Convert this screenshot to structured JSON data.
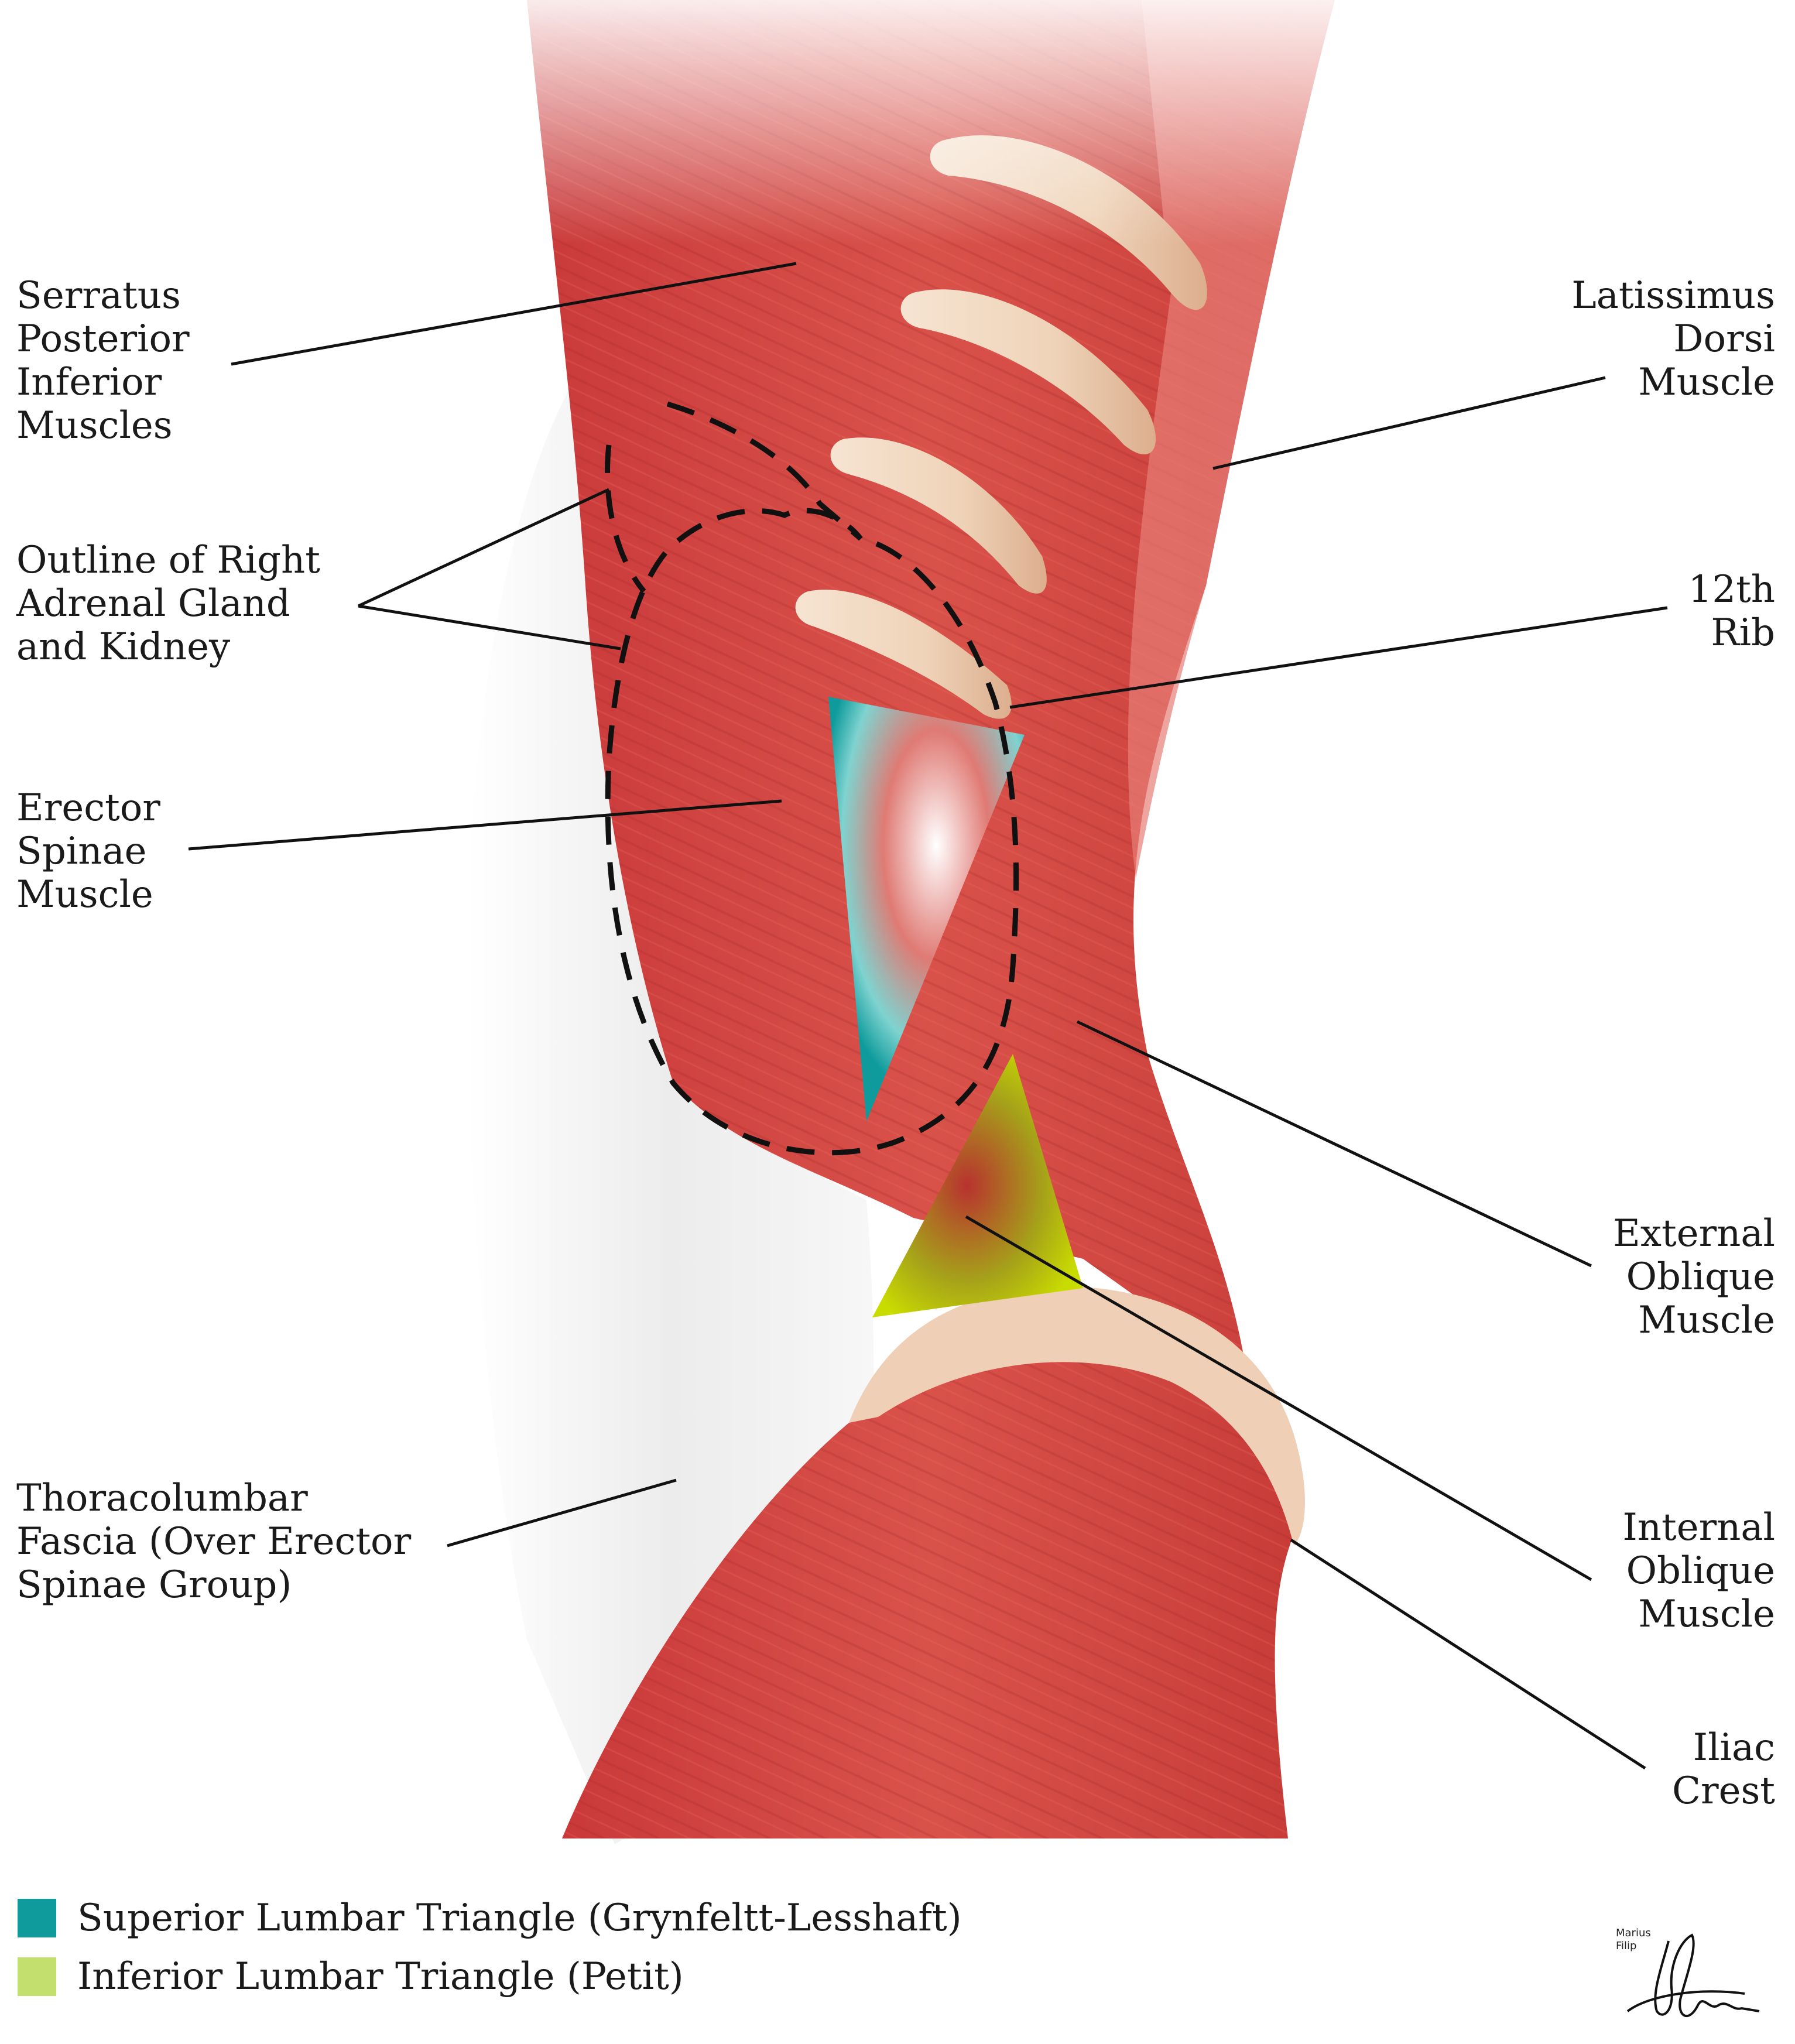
{
  "labels": {
    "serratus": [
      "Serratus",
      "Posterior",
      "Inferior",
      "Muscles"
    ],
    "outline": [
      "Outline of Right",
      "Adrenal Gland",
      "and Kidney"
    ],
    "erector": [
      "Erector",
      "Spinae",
      "Muscle"
    ],
    "thoracolumbar": [
      "Thoracolumbar",
      "Fascia (Over Erector",
      "Spinae Group)"
    ],
    "latissimus": [
      "Latissimus",
      "Dorsi",
      "Muscle"
    ],
    "rib": [
      "12th",
      "Rib"
    ],
    "external_oblique": [
      "External",
      "Oblique",
      "Muscle"
    ],
    "internal_oblique": [
      "Internal",
      "Oblique",
      "Muscle"
    ],
    "iliac": [
      "Iliac",
      "Crest"
    ]
  },
  "legend": [
    {
      "label": "Superior Lumbar Triangle (Grynfeltt-Lesshaft)",
      "color": "#0f9b9c"
    },
    {
      "label": "Inferior Lumbar Triangle (Petit)",
      "color": "#c3e06f"
    }
  ],
  "signature": {
    "line1": "Marius",
    "line2": "Filip"
  },
  "colors": {
    "muscle": "#d2423d",
    "muscle_dark": "#b8322f",
    "bone": "#f2d9c2",
    "fascia": "#f1f1f1",
    "superior_triangle": "#0f9b9c",
    "inferior_triangle": "#c9dc00"
  }
}
